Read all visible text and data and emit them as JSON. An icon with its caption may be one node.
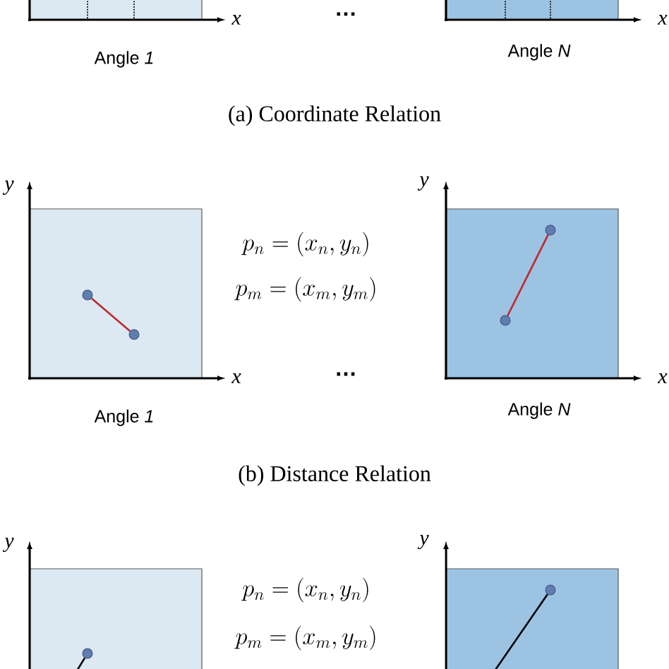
{
  "diagram": {
    "nodes": [
      {
        "text": [],
        "shape": "circle"
      },
      {
        "text": [],
        "shape": "circle"
      },
      {
        "text": [],
        "shape": "circle"
      },
      {
        "text": [],
        "shape": "circle"
      },
      {
        "text": [],
        "shape": "circle"
      },
      {
        "text": [],
        "shape": "circle"
      }
    ],
    "edges": [
      {
        "from": 0,
        "to": 1,
        "arrow": "none",
        "color": "#c0272d"
      },
      {
        "from": 2,
        "to": 3,
        "arrow": "none",
        "color": "#c0272d"
      },
      {
        "from": null,
        "to": 4,
        "arrow": "none",
        "color": "#000000"
      },
      {
        "from": null,
        "to": 5,
        "arrow": "none",
        "color": "#000000"
      }
    ],
    "labels": [
      "x",
      "…",
      "x",
      "Angle *1*",
      "Angle *N*",
      "(a) Coordinate Relation",
      "y",
      "y",
      "p_{n}=(x_{n},y_{n})",
      "p_{m}=(x_{m},y_{m})",
      "x",
      "…",
      "x",
      "Angle *1*",
      "Angle *N*",
      "(b) Distance Relation",
      "y",
      "y",
      "p_{n}=(x_{n},y_{n})",
      "p_{m}=(x_{m},y_{m})"
    ]
  }
}
